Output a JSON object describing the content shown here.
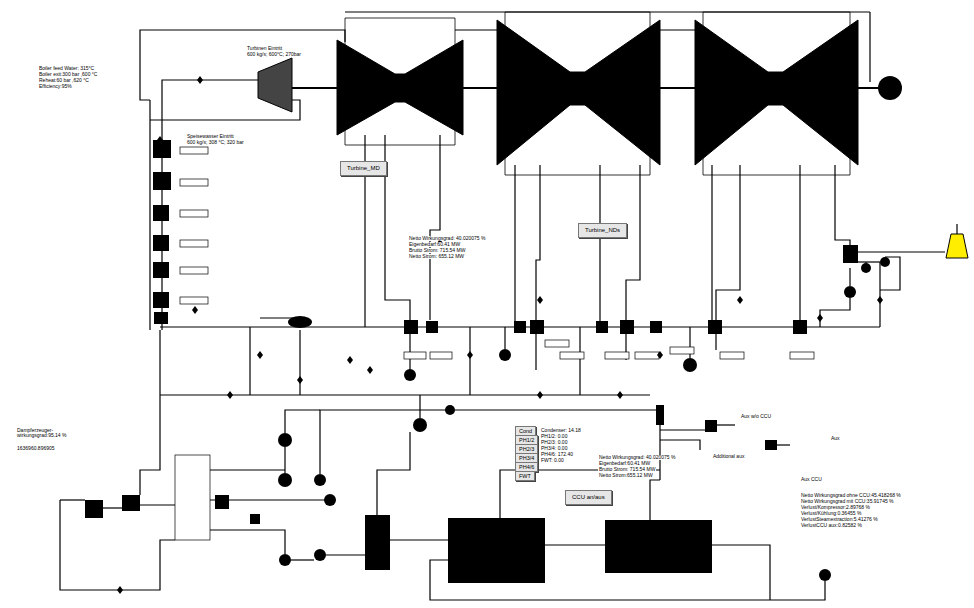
{
  "diagram": {
    "nodes": [
      {
        "text": [
          "Turbine_MD"
        ]
      },
      {
        "text": [
          "Turbine_NDs"
        ]
      },
      {
        "text": [
          "Cond"
        ]
      },
      {
        "text": [
          "PH1/2"
        ]
      },
      {
        "text": [
          "PH2/3"
        ]
      },
      {
        "text": [
          "PH3/4"
        ]
      },
      {
        "text": [
          "PH4/6"
        ]
      },
      {
        "text": [
          "FWT"
        ]
      },
      {
        "text": [
          "CCU an/aus"
        ]
      }
    ],
    "labels": [
      "Turbinen Eintritt",
      "600 kg/s; 600°C; 270bar",
      "Boiler feed Water: 315°C",
      "Boiler exit:300 bar ,600 °C",
      "Reheat:60 bar ,620 °C",
      "Efficiency:95%",
      "Speisewasser Eintritt",
      "600 kg/s; 308 °C; 320 bar",
      "Netto Wirkungsgrad: 40.020075 %",
      "Eigenbedarf:60.41 MW",
      "Brutto Strom: 715.54 MW",
      "Netto Strom: 655.12 MW",
      "Dampferzeuger-wirkungsgrad:95.14 %",
      "1636960.896905",
      "Condenser: 14.18",
      "PH1/2: 0.00",
      "PH2/3: 0.00",
      "PH3/4: 0.00",
      "PH4/6: 172.40",
      "FWT: 0.00",
      "Netto Wirkungsgrad: 40.020075 %",
      "Eigenbedarf:60.41 MW",
      "Brutto Strom: 715.54 MW",
      "Netto Strom:655.12 MW",
      "Aux w/o CCU",
      "Aux",
      "Additional aux",
      "Aux CCU",
      "Netto Wirkungsgrad ohne CCU:45.418268 %",
      "Netto Wirkungsgrad mit CCU:35.91745 %",
      "Verlust/Kompressor:2.89768 %",
      "Verlust/Kühlung:0.36455 %",
      "VerlustSteamextraction:5.41276 %",
      "VerlustCCU aux:0.82582 %"
    ]
  }
}
